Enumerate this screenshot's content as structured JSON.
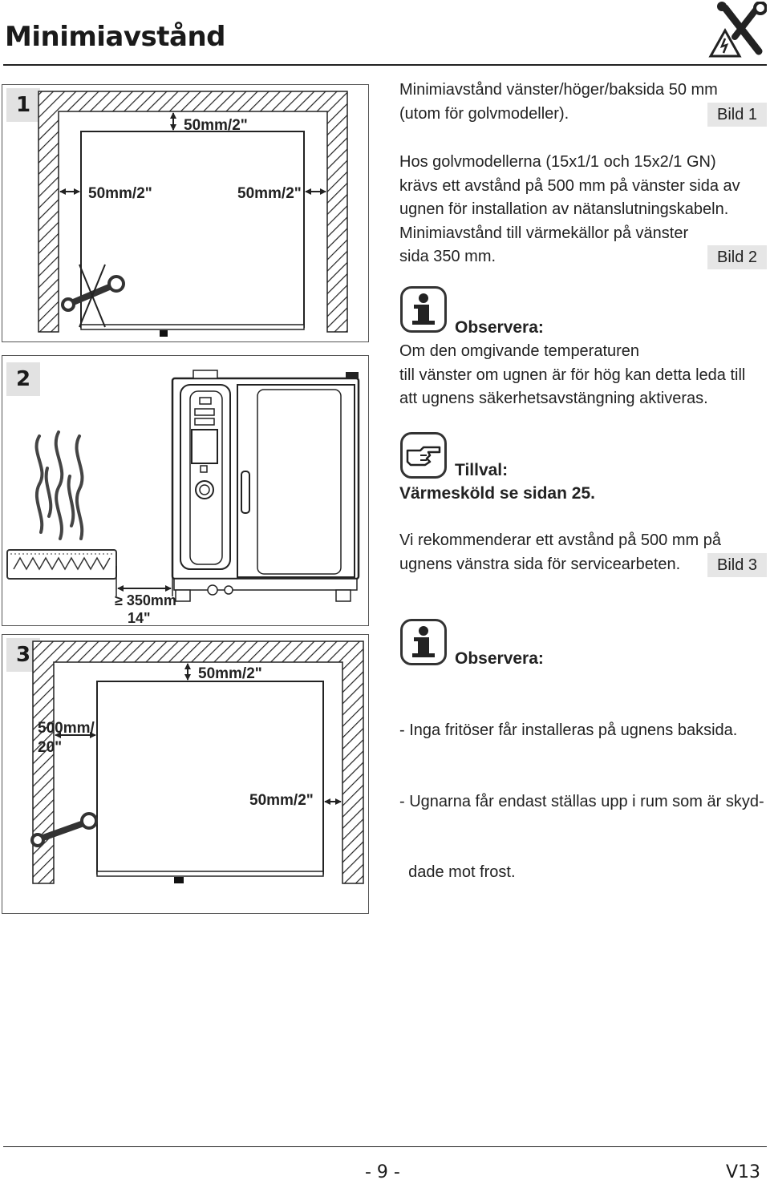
{
  "header": {
    "title": "Minimiavstånd"
  },
  "panels": [
    {
      "number": "1",
      "dims": {
        "top": "50mm/2\"",
        "left": "50mm/2\"",
        "right": "50mm/2\""
      }
    },
    {
      "number": "2",
      "dims": {
        "clearance_line1": "≥ 350mm",
        "clearance_line2": "14\""
      }
    },
    {
      "number": "3",
      "dims": {
        "top": "50mm/2\"",
        "left_line1": "500mm/",
        "left_line2": "20\"",
        "right": "50mm/2\""
      }
    }
  ],
  "text": {
    "para1_line1": "Minimiavstånd vänster/höger/baksida 50 mm",
    "para1_line2": "(utom för golvmodeller).",
    "bild1": "Bild 1",
    "para2_lines": [
      "Hos golvmodellerna (15x1/1 och 15x2/1 GN)",
      "krävs ett avstånd på 500 mm på vänster sida av",
      "ugnen för installation av nätanslutningskabeln.",
      "Minimiavstånd till värmekällor på vänster",
      "sida 350 mm."
    ],
    "bild2": "Bild 2",
    "note1_heading": "Observera:",
    "note1_lines": [
      "Om den omgivande temperaturen",
      "till vänster om ugnen är för hög kan detta leda till",
      "att ugnens säkerhetsavstängning aktiveras."
    ],
    "option_heading": "Tillval:",
    "option_text": "Värmesköld se sidan 25.",
    "para3_line1": "Vi rekommenderar ett avstånd på 500 mm på",
    "para3_line2": "ugnens vänstra sida för servicearbeten.",
    "bild3": "Bild 3",
    "note2_heading": "Observera:",
    "note2_lines": [
      "- Inga fritöser får installeras på ugnens baksida.",
      "- Ugnarna får endast ställas upp i rum som är skyd-",
      "  dade mot frost."
    ]
  },
  "footer": {
    "page": "- 9 -",
    "version": "V13"
  },
  "icons": [
    "tools-warning-icon",
    "info-icon",
    "pointing-hand-icon",
    "wrench-icon",
    "heat-source-icon",
    "oven-icon"
  ]
}
